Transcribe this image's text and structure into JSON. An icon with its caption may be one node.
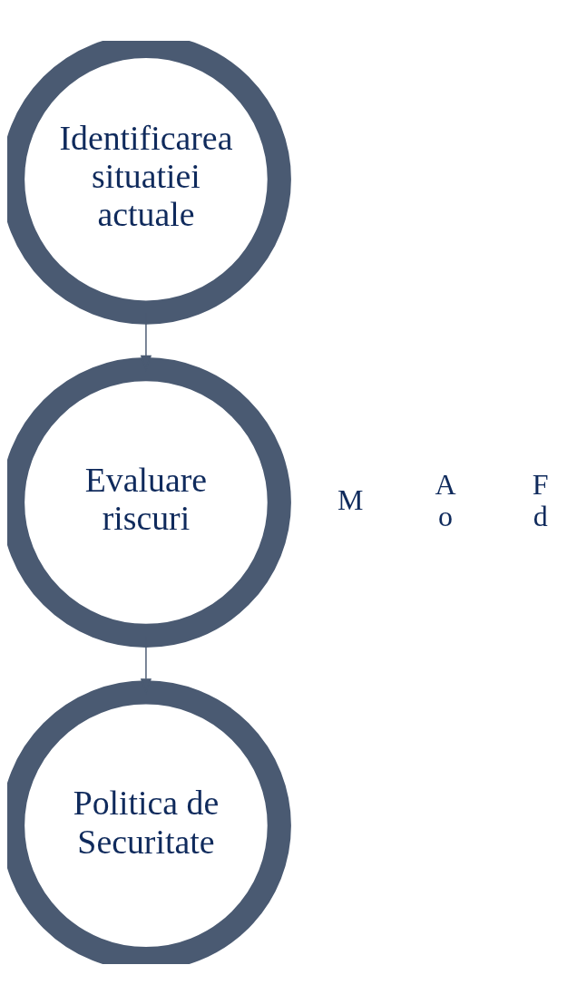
{
  "diagram": {
    "nodes": [
      {
        "text": [
          "Identificarea situatiei actuale"
        ]
      },
      {
        "text": [
          "Evaluare riscuri"
        ]
      },
      {
        "text": [
          "Politica de Securitate"
        ]
      }
    ],
    "edges": [
      {
        "from": 0,
        "to": 1,
        "arrow": "to"
      },
      {
        "from": 1,
        "to": 2,
        "arrow": "to"
      }
    ],
    "labels": [
      "M",
      "A o",
      "F d"
    ]
  }
}
